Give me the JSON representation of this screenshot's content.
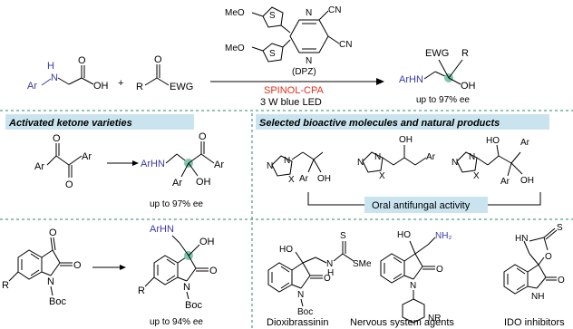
{
  "top": {
    "amine_nh": "H",
    "amine_n": "N",
    "amine_ar": "Ar",
    "amine_oh": "OH",
    "amine_o": "O",
    "plus": "+",
    "ketone_r": "R",
    "ketone_o": "O",
    "ketone_ewg": "EWG",
    "dpz_meo1": "MeO",
    "dpz_meo2": "MeO",
    "dpz_s1": "S",
    "dpz_s2": "S",
    "dpz_n1": "N",
    "dpz_n2": "N",
    "dpz_cn1": "CN",
    "dpz_cn2": "CN",
    "dpz_label": "(DPZ)",
    "catalyst": "SPINOL-CPA",
    "light": "3 W blue LED",
    "prod_ewg": "EWG",
    "prod_r": "R",
    "prod_arhn": "ArHN",
    "prod_oh": "OH",
    "ee": "up to 97% ee"
  },
  "left_panel": {
    "title": "Activated ketone varieties",
    "diketone_ar1": "Ar",
    "diketone_ar2": "Ar",
    "diketone_o1": "O",
    "diketone_o2": "O",
    "prod1_arhn": "ArHN",
    "prod1_ar": "Ar",
    "prod1_ar2": "Ar",
    "prod1_oh": "OH",
    "prod1_o": "O",
    "ee1": "up to 97% ee",
    "isatin_o1": "O",
    "isatin_o2": "O",
    "isatin_r": "R",
    "isatin_n": "N",
    "isatin_boc": "Boc",
    "prod2_arhn": "ArHN",
    "prod2_oh": "OH",
    "prod2_o": "O",
    "prod2_r": "R",
    "prod2_n": "N",
    "prod2_boc": "Boc",
    "ee2": "up to 94% ee"
  },
  "right_panel": {
    "title": "Selected bioactive molecules and natural products",
    "mol1": {
      "n1": "N",
      "n2": "N",
      "x": "X",
      "ar1": "Ar",
      "oh": "OH"
    },
    "mol2": {
      "n1": "N",
      "n2": "N",
      "x": "X",
      "oh": "OH",
      "ar": "Ar"
    },
    "mol3": {
      "n1": "N",
      "n2": "N",
      "x": "X",
      "ho": "HO",
      "ar1": "Ar",
      "ar2": "Ar",
      "oh": "OH"
    },
    "antifungal": "Oral antifungal activity",
    "diox": {
      "ho": "HO",
      "s": "S",
      "sme": "SMe",
      "nh": "N",
      "h": "H",
      "o": "O",
      "n": "N",
      "boc": "Boc",
      "label": "Dioxibrassinin"
    },
    "nervous": {
      "ho": "HO",
      "nh2": "NH₂",
      "o": "O",
      "n": "N",
      "nr": "NR",
      "label": "Nervous system agents"
    },
    "ido": {
      "hn": "HN",
      "s": "S",
      "o1": "O",
      "o2": "O",
      "nh": "NH",
      "label": "IDO inhibitors"
    }
  },
  "colors": {
    "highlight": "#c9e4ef",
    "dash": "#2a8a6a",
    "amine": "#3a3aa8",
    "catalyst": "#e0301e",
    "stereo": "#7ec8b0"
  }
}
